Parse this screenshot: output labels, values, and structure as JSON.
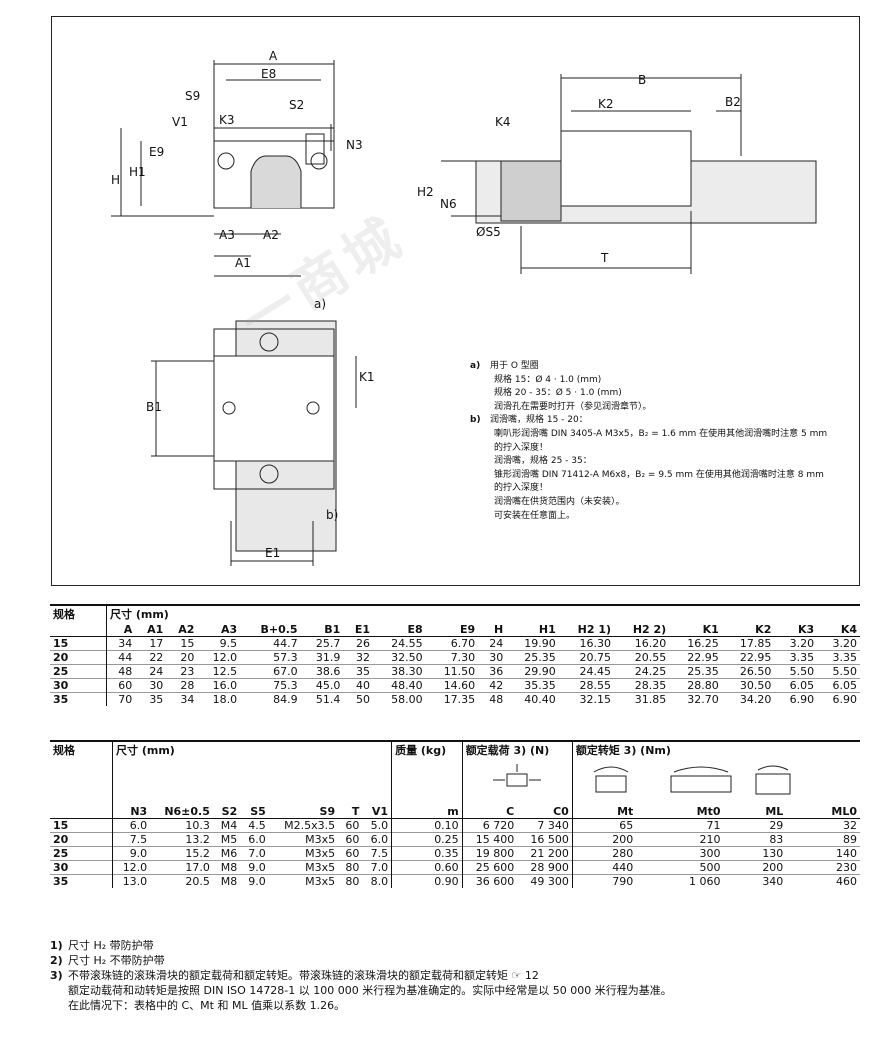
{
  "drawing": {
    "dims_left": [
      "A",
      "E8",
      "S9",
      "S2",
      "V1",
      "K3",
      "N3",
      "E9",
      "H",
      "H1",
      "A3",
      "A2",
      "A1"
    ],
    "dims_right": [
      "B",
      "K2",
      "B2",
      "K4",
      "H2",
      "N6",
      "ØS5",
      "T"
    ],
    "dims_bottom": [
      "a)",
      "K1",
      "B1",
      "b)",
      "E1"
    ]
  },
  "notes": {
    "a_tag": "a)",
    "a_title": "用于 O 型圈",
    "a_l1": "规格 15：Ø 4 · 1.0 (mm)",
    "a_l2": "规格 20 - 35：Ø 5 · 1.0 (mm)",
    "a_l3": "润滑孔在需要时打开（参见润滑章节）。",
    "b_tag": "b)",
    "b_title": "润滑嘴，规格 15 - 20：",
    "b_l1": "喇叭形润滑嘴 DIN 3405-A M3x5，B₂ = 1.6 mm 在使用其他润滑嘴时注意 5 mm",
    "b_l2": "的拧入深度！",
    "b_l3": "润滑嘴，规格 25 - 35：",
    "b_l4": "锥形润滑嘴 DIN 71412-A M6x8，B₂ = 9.5 mm 在使用其他润滑嘴时注意 8 mm",
    "b_l5": "的拧入深度！",
    "b_l6": "润滑嘴在供货范围内（未安装）。",
    "b_l7": "可安装在任意面上。"
  },
  "table1": {
    "col0": "规格",
    "group": "尺寸 (mm)",
    "headers": [
      "A",
      "A1",
      "A2",
      "A3",
      "B+0.5",
      "B1",
      "E1",
      "E8",
      "E9",
      "H",
      "H1",
      "H2 1)",
      "H2 2)",
      "K1",
      "K2",
      "K3",
      "K4"
    ],
    "rows": [
      [
        "15",
        "34",
        "17",
        "15",
        "9.5",
        "44.7",
        "25.7",
        "26",
        "24.55",
        "6.70",
        "24",
        "19.90",
        "16.30",
        "16.20",
        "16.25",
        "17.85",
        "3.20",
        "3.20"
      ],
      [
        "20",
        "44",
        "22",
        "20",
        "12.0",
        "57.3",
        "31.9",
        "32",
        "32.50",
        "7.30",
        "30",
        "25.35",
        "20.75",
        "20.55",
        "22.95",
        "22.95",
        "3.35",
        "3.35"
      ],
      [
        "25",
        "48",
        "24",
        "23",
        "12.5",
        "67.0",
        "38.6",
        "35",
        "38.30",
        "11.50",
        "36",
        "29.90",
        "24.45",
        "24.25",
        "25.35",
        "26.50",
        "5.50",
        "5.50"
      ],
      [
        "30",
        "60",
        "30",
        "28",
        "16.0",
        "75.3",
        "45.0",
        "40",
        "48.40",
        "14.60",
        "42",
        "35.35",
        "28.55",
        "28.35",
        "28.80",
        "30.50",
        "6.05",
        "6.05"
      ],
      [
        "35",
        "70",
        "35",
        "34",
        "18.0",
        "84.9",
        "51.4",
        "50",
        "58.00",
        "17.35",
        "48",
        "40.40",
        "32.15",
        "31.85",
        "32.70",
        "34.20",
        "6.90",
        "6.90"
      ]
    ]
  },
  "table2": {
    "col0": "规格",
    "group_dims": "尺寸 (mm)",
    "group_mass": "质量 (kg)",
    "group_load": "额定载荷 3) (N)",
    "group_torque": "额定转矩 3) (Nm)",
    "headers": [
      "N3",
      "N6±0.5",
      "S2",
      "S5",
      "S9",
      "T",
      "V1",
      "m",
      "C",
      "C0",
      "Mt",
      "Mt0",
      "ML",
      "ML0"
    ],
    "rows": [
      [
        "15",
        "6.0",
        "10.3",
        "M4",
        "4.5",
        "M2.5x3.5",
        "60",
        "5.0",
        "0.10",
        "6 720",
        "7 340",
        "65",
        "71",
        "29",
        "32"
      ],
      [
        "20",
        "7.5",
        "13.2",
        "M5",
        "6.0",
        "M3x5",
        "60",
        "6.0",
        "0.25",
        "15 400",
        "16 500",
        "200",
        "210",
        "83",
        "89"
      ],
      [
        "25",
        "9.0",
        "15.2",
        "M6",
        "7.0",
        "M3x5",
        "60",
        "7.5",
        "0.35",
        "19 800",
        "21 200",
        "280",
        "300",
        "130",
        "140"
      ],
      [
        "30",
        "12.0",
        "17.0",
        "M8",
        "9.0",
        "M3x5",
        "80",
        "7.0",
        "0.60",
        "25 600",
        "28 900",
        "440",
        "500",
        "200",
        "230"
      ],
      [
        "35",
        "13.0",
        "20.5",
        "M8",
        "9.0",
        "M3x5",
        "80",
        "8.0",
        "0.90",
        "36 600",
        "49 300",
        "790",
        "1 060",
        "340",
        "460"
      ]
    ]
  },
  "footnotes": {
    "f1_num": "1)",
    "f1": "尺寸 H₂ 带防护带",
    "f2_num": "2)",
    "f2": "尺寸 H₂ 不带防护带",
    "f3_num": "3)",
    "f3": "不带滚珠链的滚珠滑块的额定载荷和额定转矩。带滚珠链的滚珠滑块的额定载荷和额定转矩 ☞ 12",
    "f3b": "额定动载荷和动转矩是按照 DIN ISO 14728-1 以 100 000 米行程为基准确定的。实际中经常是以 50 000 米行程为基准。",
    "f3c": "在此情况下：表格中的 C、Mt 和 ML 值乘以系数 1.26。"
  },
  "watermark": "一商城"
}
